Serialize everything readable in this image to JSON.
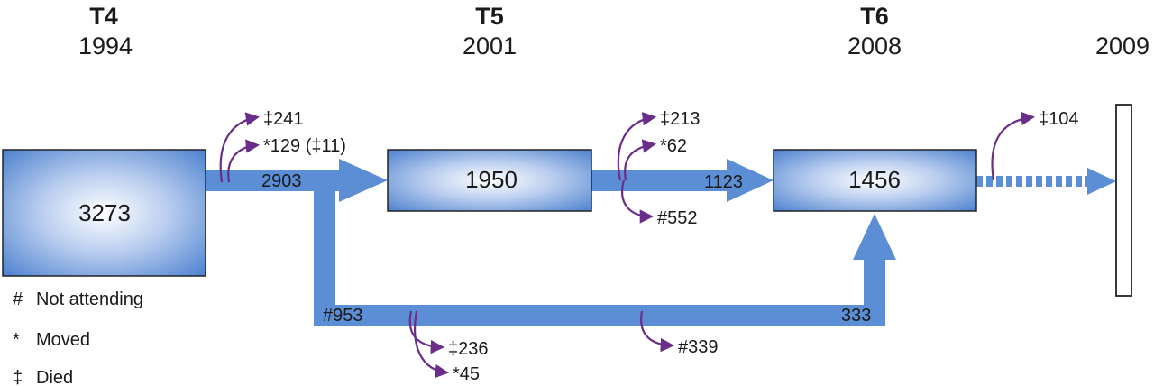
{
  "headers": {
    "t4": {
      "phase": "T4",
      "year": "1994"
    },
    "t5": {
      "phase": "T5",
      "year": "2001"
    },
    "t6": {
      "phase": "T6",
      "year": "2008"
    },
    "end": {
      "year": "2009"
    }
  },
  "boxes": {
    "t4": "3273",
    "t5": "1950",
    "t6": "1456"
  },
  "flows": {
    "t4_to_t5": "2903",
    "t5_to_t6": "1123",
    "t4_bypass_start": "#953",
    "t4_bypass_end": "333"
  },
  "losses": {
    "t4_died": "‡241",
    "t4_moved": "*129 (‡11)",
    "t5_died": "‡213",
    "t5_moved": "*62",
    "t5_not_attending": "#552",
    "t6_died": "‡104",
    "bypass_died": "‡236",
    "bypass_moved": "*45",
    "bypass_not_attending": "#339"
  },
  "legend": [
    {
      "symbol": "#",
      "text": "Not attending"
    },
    {
      "symbol": "*",
      "text": "Moved"
    },
    {
      "symbol": "‡",
      "text": "Died"
    }
  ],
  "colors": {
    "flow": "#5b8ed4",
    "box_center": "#ffffff",
    "box_edge": "#4d82cf",
    "loss_arrow": "#6b2d8a",
    "outline": "#222222"
  }
}
